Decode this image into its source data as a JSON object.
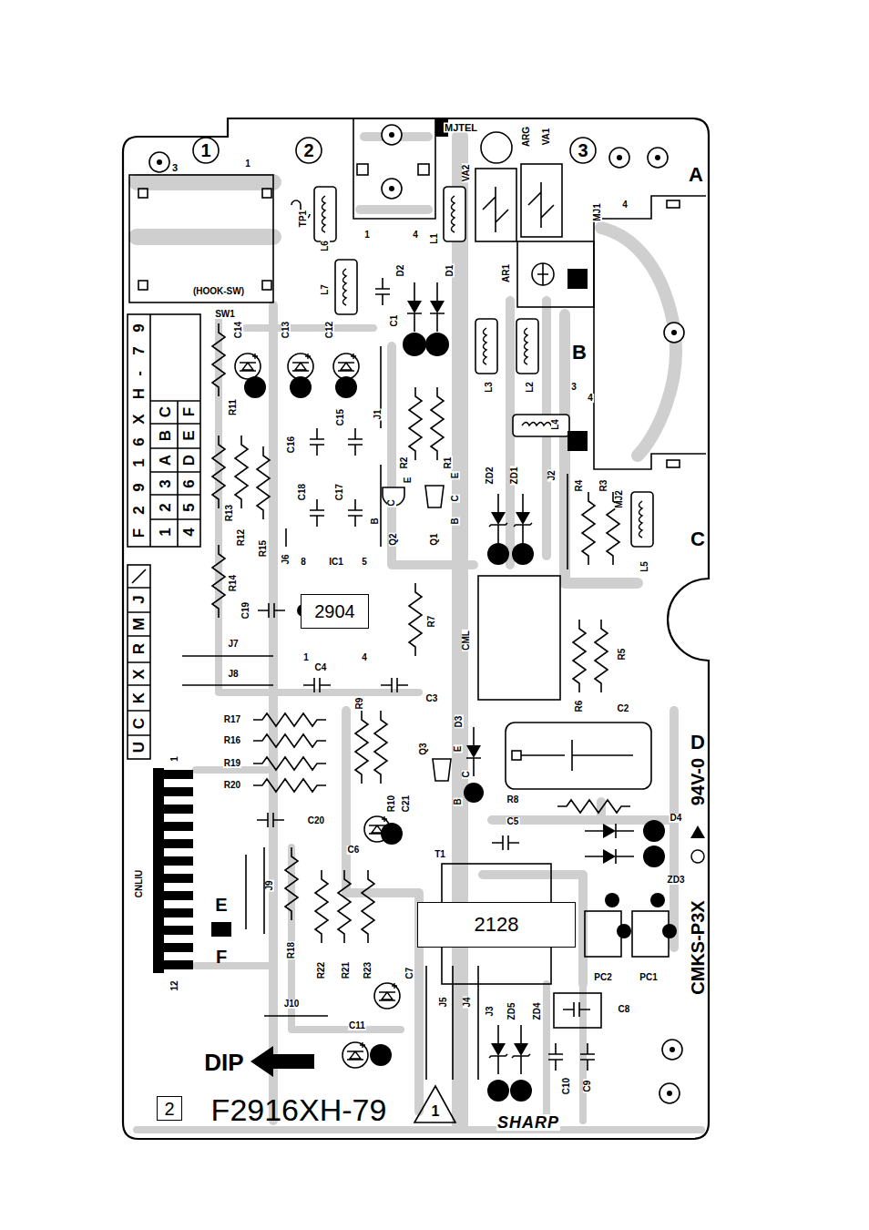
{
  "diagram": {
    "nodes": [
      {
        "text": [
          "2904"
        ]
      },
      {
        "text": [
          "2128"
        ]
      },
      {
        "text": [
          "2"
        ]
      }
    ],
    "labels": [
      "3",
      "1",
      "2",
      "1",
      "MJTEL",
      "ARG",
      "VA1",
      "3",
      "A",
      "VA2",
      "TP1",
      "MJ1",
      "4",
      "L6",
      "1",
      "4",
      "L1",
      "AR1",
      "D2",
      "D1",
      "L7",
      "(HOOK-SW)",
      "C1",
      "SW1",
      "C14",
      "C13",
      "C12",
      "B",
      "L3",
      "L2",
      "3",
      "4",
      "R11",
      "C15",
      "J1",
      "L4",
      "C16",
      "R2",
      "R1",
      "ZD2",
      "ZD1",
      "J2",
      "R4",
      "R3",
      "C18",
      "C17",
      "E",
      "C",
      "B",
      "E",
      "C",
      "B",
      "MJ2",
      "R13",
      "R12",
      "R15",
      "Q2",
      "Q1",
      "C",
      "L5",
      "J6",
      "8",
      "IC1",
      "5",
      "R14",
      "C19",
      "R7",
      "CML",
      "J7",
      "R5",
      "1",
      "4",
      "C4",
      "J8",
      "C3",
      "R9",
      "R6",
      "C2",
      "D3",
      "R17",
      "R16",
      "D",
      "Q3",
      "E",
      "R19",
      "C",
      "R20",
      "B",
      "R10",
      "C21",
      "R8",
      "94V-0",
      "D4",
      "C20",
      "C5",
      "C6",
      "T1",
      "ZD3",
      "CNLIU",
      "1",
      "J9",
      "E",
      "F",
      "R18",
      "R22",
      "R21",
      "R23",
      "PC2",
      "PC1",
      "12",
      "CMKS-P3X",
      "C7",
      "J5",
      "J4",
      "J3",
      "ZD5",
      "ZD4",
      "C8",
      "J10",
      "C11",
      "DIP",
      "C10",
      "C9",
      "F2916XH-79",
      "1",
      "SHARP",
      "F",
      "2",
      "9",
      "1",
      "6",
      "X",
      "H",
      "-",
      "7",
      "9",
      "1",
      "2",
      "3",
      "A",
      "B",
      "C",
      "4",
      "5",
      "6",
      "D",
      "E",
      "F",
      "U",
      "C",
      "K",
      "X",
      "R",
      "M",
      "J"
    ]
  }
}
